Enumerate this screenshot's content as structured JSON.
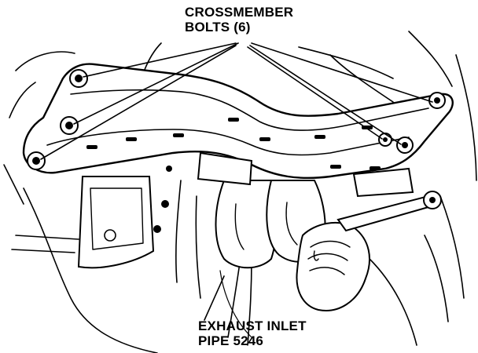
{
  "labels": {
    "crossmember_bolts": {
      "line1": "CROSSMEMBER",
      "line2": "BOLTS (6)"
    },
    "exhaust_inlet_pipe": {
      "line1": "EXHAUST INLET",
      "line2": "PIPE 5246"
    }
  },
  "colors": {
    "ink": "#000000",
    "paper": "#ffffff"
  }
}
